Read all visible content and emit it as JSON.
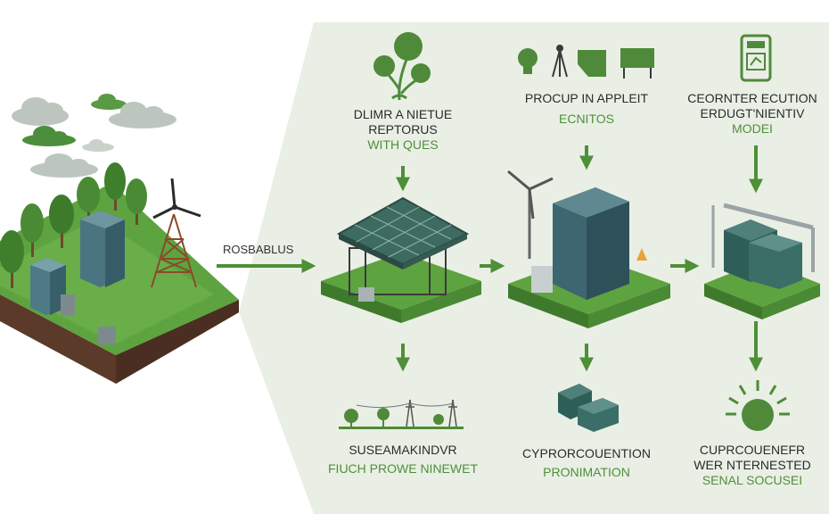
{
  "colors": {
    "panel": "#e9efe5",
    "grass": "#5da33f",
    "grass_dark": "#3f7a2c",
    "soil": "#5b3a2a",
    "building": "#3d6670",
    "building_dark": "#2d5059",
    "arrow": "#4e8f37",
    "icon": "#4f8a3a",
    "text": "#2b2b2b",
    "accent_text": "#4f8f3a"
  },
  "flow_label": "ROSBABLUS",
  "top_row": [
    {
      "lines": [
        "DLIMR A NIETUE",
        "REPTORUS"
      ],
      "accent": "WITH QUES"
    },
    {
      "lines": [
        "PROCUP IN APPLEIT"
      ],
      "accent": "ECNITOS"
    },
    {
      "lines": [
        "CEORNTER ECUTION",
        "ERDUGT'NIENTIV"
      ],
      "accent": "MODEI"
    }
  ],
  "bottom_row": [
    {
      "title": "SUSEAMAKINDVR",
      "accent": "FIUCH PROWE NINEWET"
    },
    {
      "title": "CYPRORCOUENTION",
      "accent": "PRONIMATION"
    },
    {
      "lines": [
        "CUPRCOUENEFR",
        "WER NTERNESTED"
      ],
      "accent": "SENAL SOCUSEI"
    }
  ],
  "icons": {
    "col1_top": "plant-sapling-icon",
    "col2_top": [
      "lightbulb-icon",
      "tripod-icon",
      "flag-icon",
      "billboard-icon"
    ],
    "col3_top": "phone-device-icon",
    "col1_bottom": "landscape-trees-powerline-icon",
    "col2_bottom": "server-modules-icon",
    "col3_bottom": "energy-burst-icon"
  },
  "scenes": [
    "forest-wind-turbine-island",
    "solar-canopy-platform",
    "wind-tower-platform",
    "container-crane-platform"
  ]
}
